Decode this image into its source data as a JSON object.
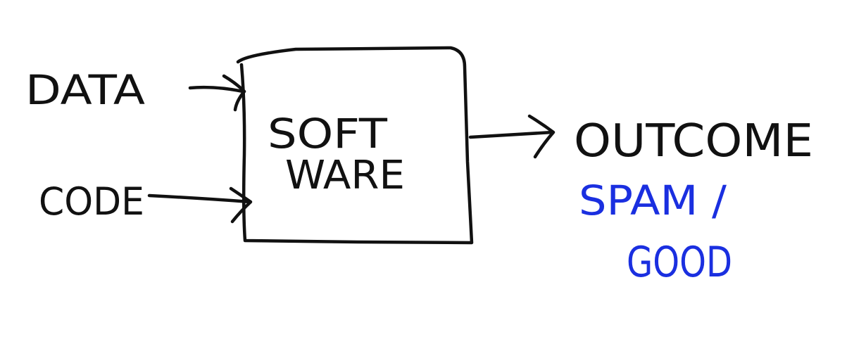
{
  "diagram": {
    "inputs": [
      {
        "label": "DATA"
      },
      {
        "label": "CODE"
      }
    ],
    "process": {
      "line1": "SOFT",
      "line2": "WARE"
    },
    "output": {
      "label": "OUTCOME"
    },
    "annotation": {
      "line1": "SPAM /",
      "line2": "GOOD",
      "color": "#1a2fe0"
    },
    "ink_color": "#111111"
  }
}
